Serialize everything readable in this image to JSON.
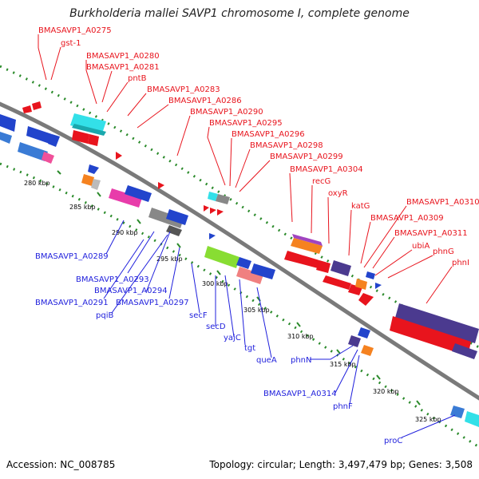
{
  "title": "Burkholderia mallei SAVP1 chromosome I, complete genome",
  "footer": {
    "accession": "Accession: NC_008785",
    "summary": "Topology: circular; Length: 3,497,479 bp; Genes: 3,508"
  },
  "colors": {
    "forward_label": "#e8141d",
    "reverse_label": "#1f1fdc",
    "backbone": "#808080",
    "tick": "#2a8a2a"
  },
  "ticks": [
    "280 kbp",
    "285 kbp",
    "290 kbp",
    "295 kbp",
    "300 kbp",
    "305 kbp",
    "310 kbp",
    "315 kbp",
    "320 kbp",
    "325 kbp"
  ],
  "forward_labels": [
    "BMASAVP1_A0275",
    "gst-1",
    "BMASAVP1_A0280",
    "BMASAVP1_A0281",
    "pntB",
    "BMASAVP1_A0283",
    "BMASAVP1_A0286",
    "BMASAVP1_A0290",
    "BMASAVP1_A0295",
    "BMASAVP1_A0296",
    "BMASAVP1_A0298",
    "BMASAVP1_A0299",
    "BMASAVP1_A0304",
    "recG",
    "oxyR",
    "katG",
    "BMASAVP1_A0310",
    "BMASAVP1_A0309",
    "BMASAVP1_A0311",
    "ubiA",
    "phnG",
    "phnI"
  ],
  "reverse_labels": [
    "BMASAVP1_A0289",
    "BMASAVP1_A0293",
    "BMASAVP1_A0294",
    "BMASAVP1_A0291",
    "BMASAVP1_A0297",
    "pqiB",
    "secF",
    "secD",
    "yajC",
    "tgt",
    "queA",
    "phnN",
    "BMASAVP1_A0314",
    "phnF",
    "proC"
  ]
}
